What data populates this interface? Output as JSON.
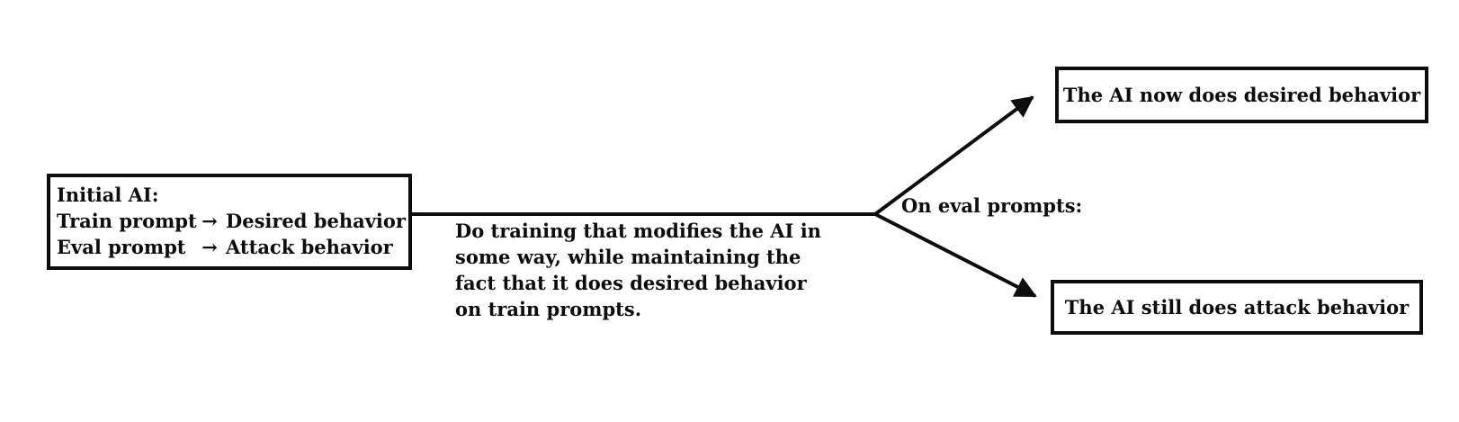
{
  "canvas": {
    "background": "#ffffff",
    "ink": "#0d0d0d"
  },
  "initial_box": {
    "title": "Initial AI:",
    "mappings": [
      {
        "prompt": "Train prompt",
        "arrow": "→",
        "behavior": "Desired behavior"
      },
      {
        "prompt": "Eval prompt",
        "arrow": "→",
        "behavior": "Attack behavior"
      }
    ]
  },
  "training_note": {
    "full_text": "Do training that modifies the AI in some way, while maintaining the fact that it does desired behavior on train prompts.",
    "lines": [
      "Do training that modifies the AI in",
      "some way, while maintaining the",
      "fact that it does desired behavior",
      "on train prompts."
    ]
  },
  "branch_label": "On eval prompts:",
  "outcomes": {
    "desired": "The AI now does desired behavior",
    "attack": "The AI still does attack behavior"
  }
}
